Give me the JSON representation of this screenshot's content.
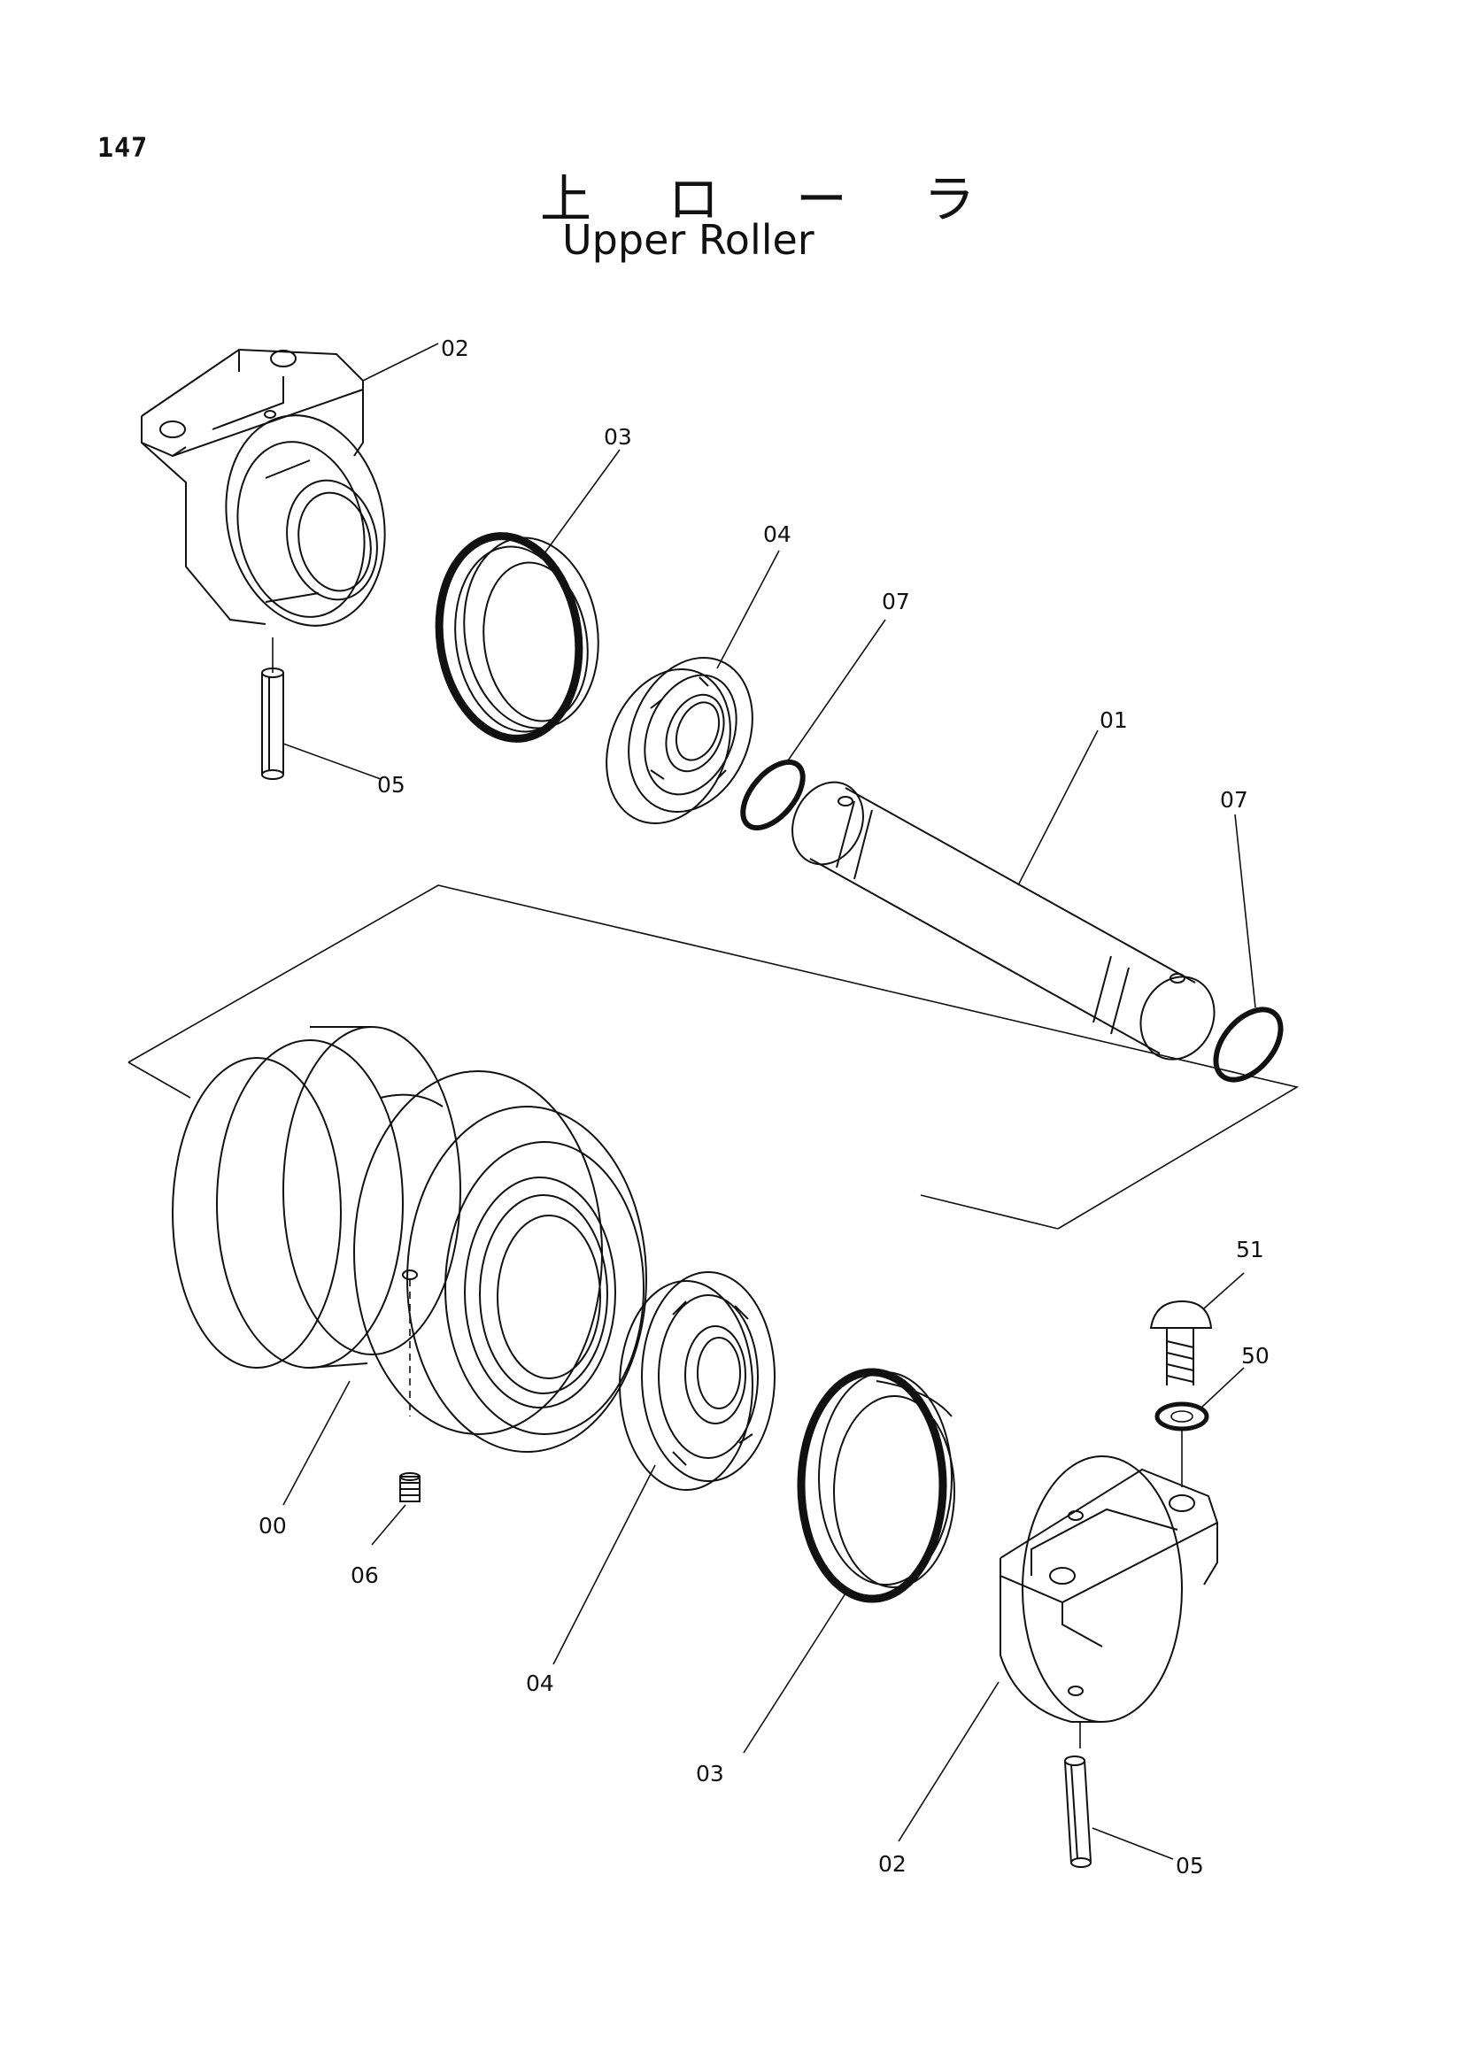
{
  "page_number": "147",
  "title_jp": "上 ロ ー ラ",
  "title_en": "Upper Roller",
  "callouts": {
    "c00": "00",
    "c01": "01",
    "c02_top": "02",
    "c02_bottom": "02",
    "c03_top": "03",
    "c03_bottom": "03",
    "c04_top": "04",
    "c04_bottom": "04",
    "c05_top": "05",
    "c05_bottom": "05",
    "c06": "06",
    "c07_left": "07",
    "c07_right": "07",
    "c50": "50",
    "c51": "51"
  }
}
